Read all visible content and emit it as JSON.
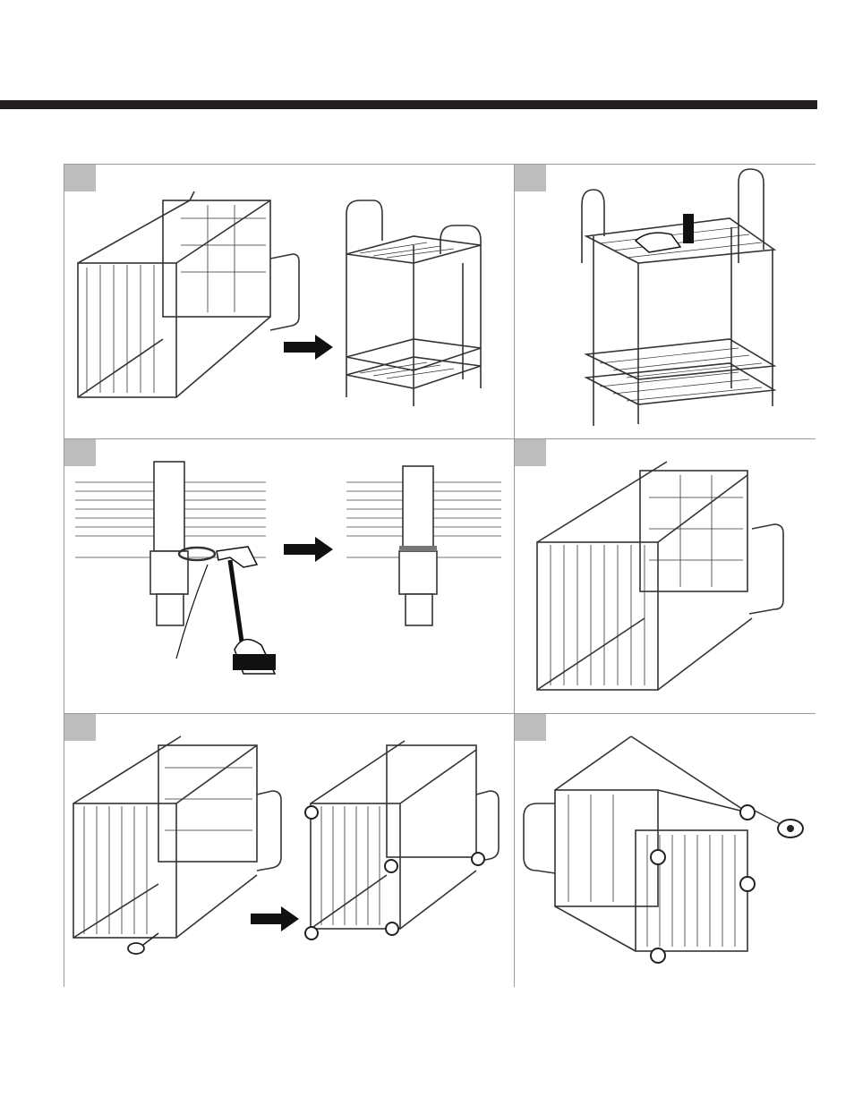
{
  "document": {
    "header_rule_color": "#231f20",
    "panel_tab_color": "#bdbdbd",
    "panels": [
      {
        "id": "1",
        "step_label": "",
        "illustration": "wire-cart-frame-to-assembled-cart"
      },
      {
        "id": "2",
        "step_label": "",
        "illustration": "shelf-attach-hand-icon"
      },
      {
        "id": "3",
        "step_label": "",
        "illustration": "hammer-sleeve-into-post"
      },
      {
        "id": "4",
        "step_label": "",
        "illustration": "cart-frame-on-side"
      },
      {
        "id": "5",
        "step_label": "",
        "illustration": "insert-casters"
      },
      {
        "id": "6",
        "step_label": "",
        "illustration": "caster-detail"
      }
    ]
  }
}
